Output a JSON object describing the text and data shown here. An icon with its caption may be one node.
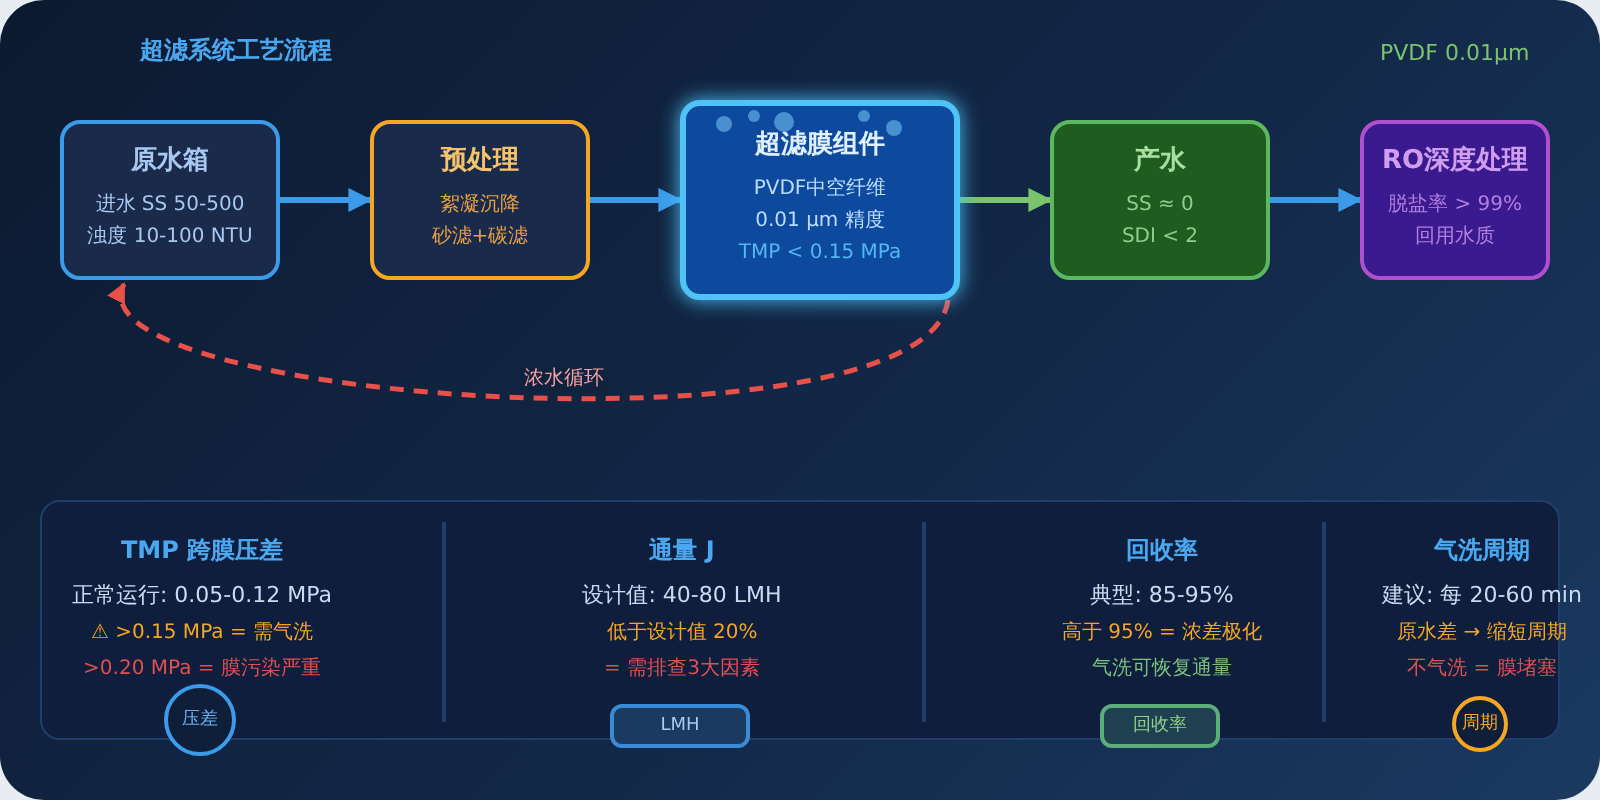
{
  "diagram": {
    "title": "超滤系统工艺流程",
    "nodes": [
      {
        "text": [
          "原水箱",
          "进水 SS 50-500",
          "浊度 10-100 NTU"
        ]
      },
      {
        "text": [
          "预处理",
          "絮凝沉降",
          "砂滤+碳滤"
        ]
      },
      {
        "text": [
          "超滤膜组件",
          "PVDF中空纤维",
          "0.01 μm 精度",
          "TMP < 0.15 MPa"
        ]
      },
      {
        "text": [
          "产水",
          "SS ≈ 0",
          "SDI < 2"
        ]
      },
      {
        "text": [
          "RO深度处理",
          "脱盐率 > 99%",
          "回用水质"
        ]
      },
      {
        "text": [
          "TMP 跨膜压差",
          "正常运行: 0.05-0.12 MPa",
          "⚠ >0.15 MPa = 需气洗",
          ">0.20 MPa = 膜污染严重",
          "通量 J",
          "设计值: 40-80 LMH",
          "低于设计值 20%",
          "= 需排查3大因素",
          "回收率",
          "典型: 85-95%",
          "高于 95% = 浓差极化",
          "气洗可恢复通量",
          "气洗周期",
          "建议: 每 20-60 min",
          "原水差 → 缩短周期",
          "不气洗 = 膜堵塞"
        ]
      },
      {
        "text": [
          "压差"
        ]
      },
      {
        "text": [
          "LMH"
        ]
      },
      {
        "text": [
          "回收率"
        ]
      },
      {
        "text": [
          "周期"
        ]
      }
    ],
    "edges": [
      {
        "from": 0,
        "to": 1,
        "arrow": "to"
      },
      {
        "from": 1,
        "to": 2,
        "arrow": "to"
      },
      {
        "from": 2,
        "to": 3,
        "arrow": "to",
        "color": "#7cc36e"
      },
      {
        "from": 3,
        "to": 4,
        "arrow": "to"
      },
      {
        "from": 2,
        "to": 0,
        "arrow": "to",
        "label": "浓水循环",
        "style": "dashed",
        "color": "#e8504a"
      }
    ],
    "labels": [
      "PVDF 0.01μm"
    ]
  }
}
